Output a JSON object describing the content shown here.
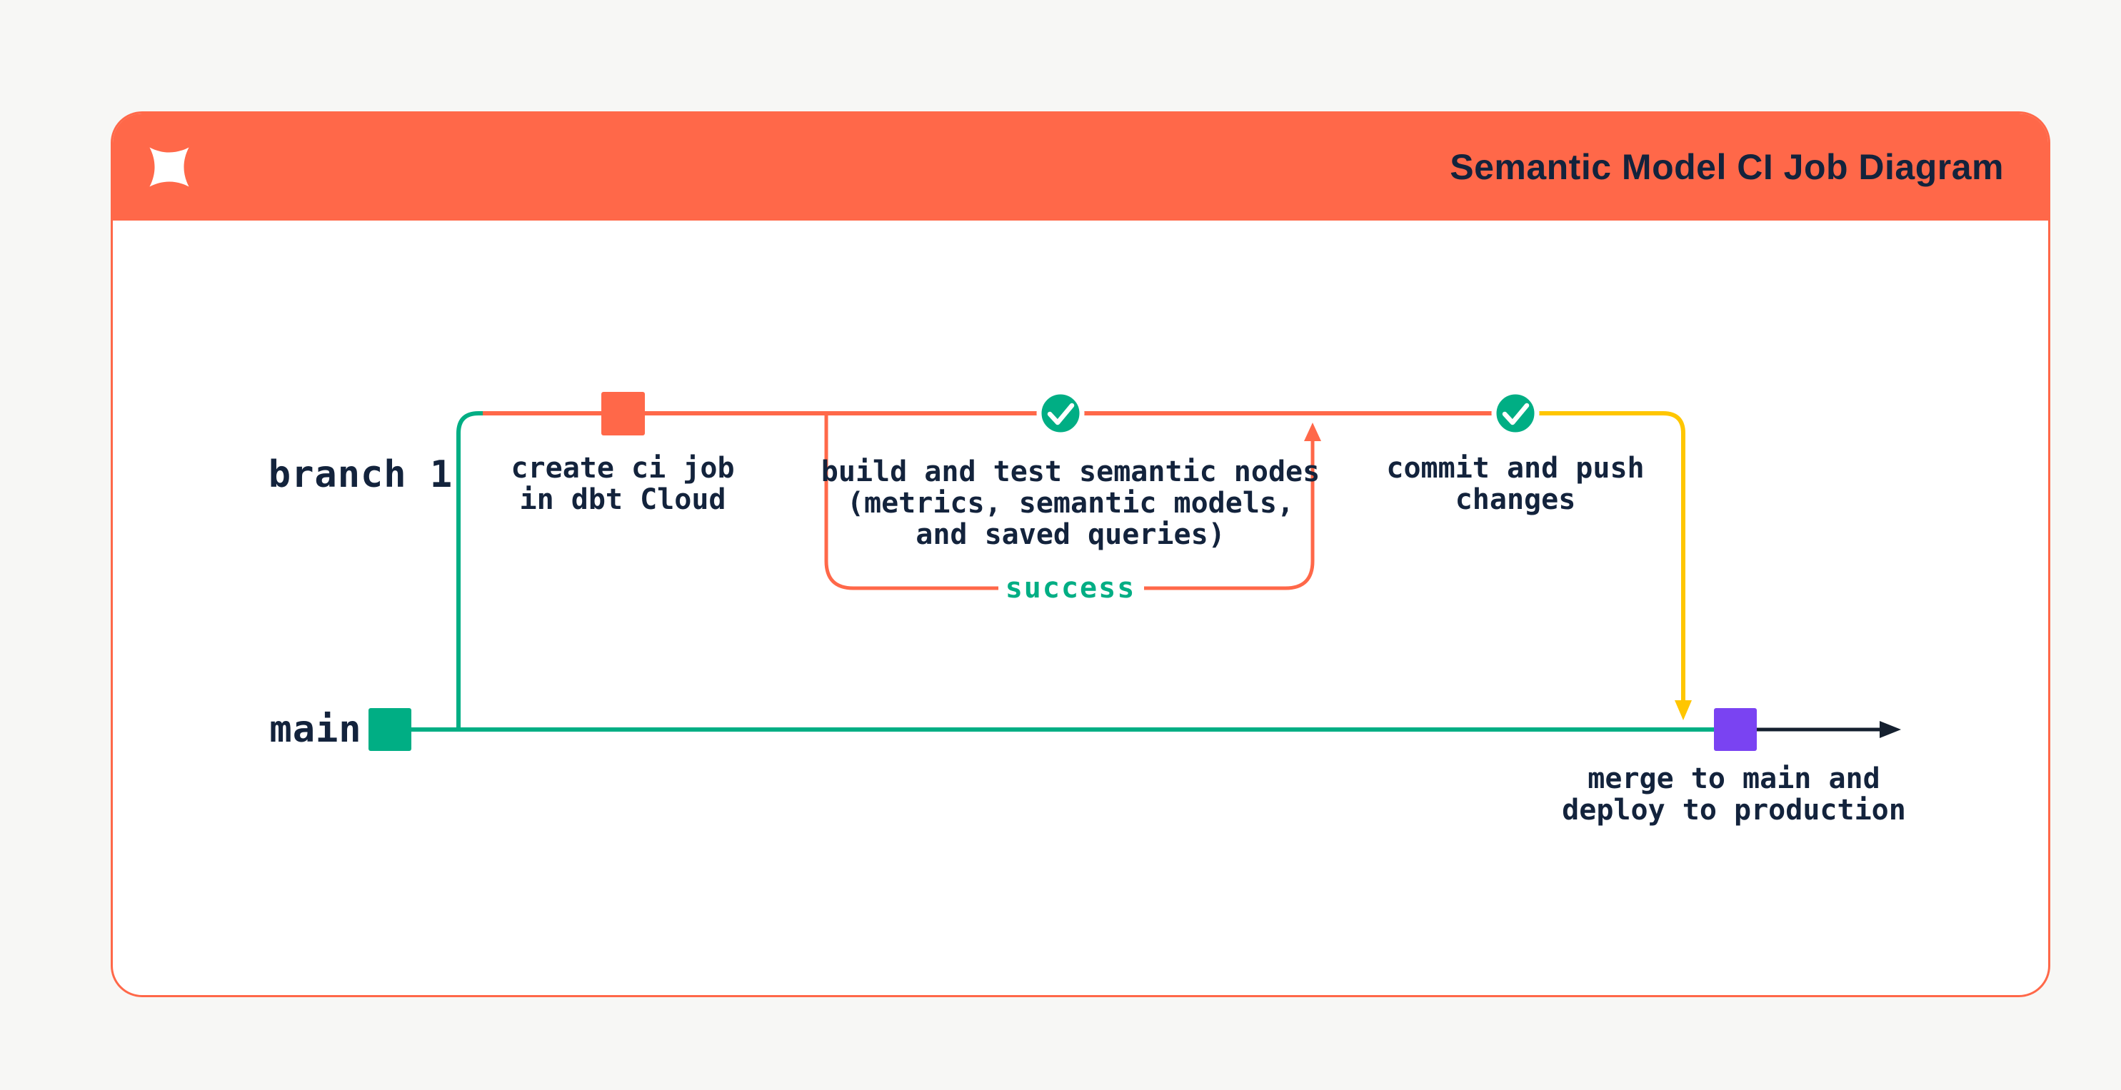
{
  "header": {
    "title": "Semantic Model CI Job Diagram"
  },
  "diagram": {
    "branch_label": "branch 1",
    "main_label": "main",
    "create_ci_job": {
      "lines": [
        "create ci job",
        "in dbt Cloud"
      ]
    },
    "build_and_test": {
      "lines": [
        "build and test semantic nodes",
        "(metrics, semantic models,",
        "and saved queries)"
      ]
    },
    "success_label": "success",
    "commit_and_push": {
      "lines": [
        "commit and push",
        "changes"
      ]
    },
    "merge_to_main": {
      "lines": [
        "merge to main and",
        "deploy to production"
      ]
    },
    "colors": {
      "coral": "#FF6849",
      "teal": "#00AE84",
      "yellow": "#FFC600",
      "purple": "#7A43F2",
      "ink": "#13233C",
      "arrow_black": "#15202F",
      "card_bg": "#FFFFFF",
      "page_bg": "#F7F7F5"
    }
  }
}
